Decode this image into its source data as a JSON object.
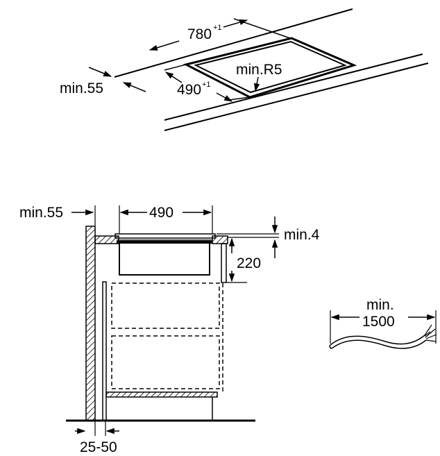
{
  "top_view": {
    "cutout_length": "780",
    "cutout_length_tolerance": "+1",
    "cutout_depth": "490",
    "cutout_depth_tolerance": "+1",
    "corner_radius": "min.R5",
    "edge_distance": "min.55"
  },
  "side_view": {
    "edge_distance": "min.55",
    "cutout_depth": "490",
    "min_gap": "min.4",
    "unit_height": "220",
    "rear_gap": "25-50"
  },
  "cable": {
    "label_line1": "min.",
    "label_line2": "1500"
  },
  "colors": {
    "line": "#000000",
    "background": "#ffffff"
  }
}
